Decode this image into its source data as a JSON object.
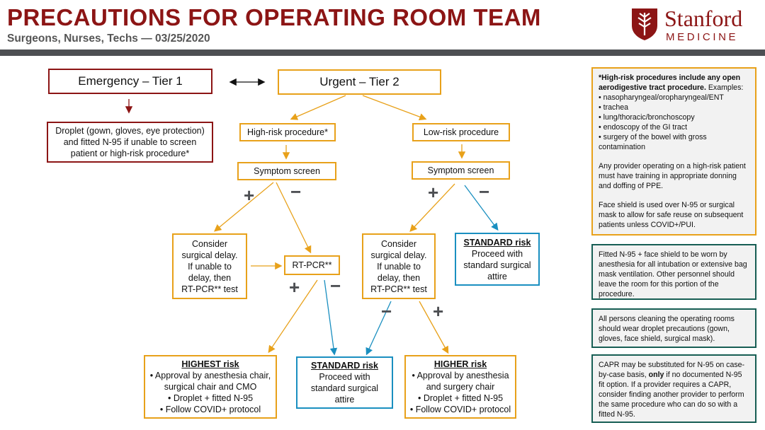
{
  "header": {
    "title": "PRECAUTIONS FOR OPERATING ROOM TEAM",
    "subtitle": "Surgeons, Nurses, Techs — 03/25/2020",
    "logo": {
      "name": "Stanford",
      "sub": "MEDICINE",
      "icon": "stanford-tree-shield-icon"
    }
  },
  "colors": {
    "red": "#8c1515",
    "orange": "#e8a11a",
    "blue": "#1a8fc0",
    "green": "#175e54",
    "gray": "#4d4f53"
  },
  "flow": {
    "emergency": "Emergency – Tier 1",
    "urgent": "Urgent – Tier 2",
    "droplet": "Droplet (gown, gloves, eye protection) and fitted N-95 if unable to screen patient or high-risk procedure*",
    "high_risk_procedure": "High-risk procedure*",
    "low_risk_procedure": "Low-risk procedure",
    "symptom_screen_left": "Symptom screen",
    "symptom_screen_right": "Symptom screen",
    "consider_left": [
      "Consider",
      "surgical delay.",
      "If unable to",
      "delay, then",
      "RT-PCR** test"
    ],
    "consider_right": [
      "Consider",
      "surgical delay.",
      "If unable to",
      "delay, then",
      "RT-PCR** test"
    ],
    "rtpcr": "RT-PCR**",
    "standard_right": {
      "title": "STANDARD risk",
      "lines": [
        "Proceed with",
        "standard surgical",
        "attire"
      ]
    },
    "highest": {
      "title": "HIGHEST risk",
      "lines": [
        "• Approval by anesthesia chair,",
        "surgical chair and CMO",
        "• Droplet + fitted N-95",
        "• Follow COVID+ protocol"
      ]
    },
    "standard_mid": {
      "title": "STANDARD risk",
      "lines": [
        "Proceed with",
        "standard surgical",
        "attire"
      ]
    },
    "higher": {
      "title": "HIGHER risk",
      "lines": [
        "• Approval by anesthesia",
        "and surgery chair",
        "• Droplet + fitted N-95",
        "• Follow COVID+ protocol"
      ]
    },
    "plus": "+",
    "minus": "−"
  },
  "sidebar": {
    "box1": {
      "intro_bold": "*High-risk procedures include any open aerodigestive tract procedure.",
      "intro_rest": " Examples:",
      "items": [
        "nasopharyngeal/oropharyngeal/ENT",
        "trachea",
        "lung/thoracic/bronchoscopy",
        "endoscopy of the GI tract",
        "surgery of the bowel with gross contamination"
      ],
      "para2": "Any provider operating on a high-risk patient must have training in appropriate donning and doffing of PPE.",
      "para3": "Face shield is used over N-95 or surgical mask to allow for safe reuse on subsequent patients unless COVID+/PUI."
    },
    "box2": "Fitted N-95 + face shield to be worn by anesthesia for all intubation or extensive bag mask ventilation. Other personnel should leave the room for this portion of the procedure.",
    "box3": "All persons cleaning the operating rooms should wear droplet precautions (gown, gloves, face shield, surgical mask).",
    "box4": {
      "part1": "CAPR may be substituted for N-95 on case-by-case basis, ",
      "bold": "only",
      "part2": " if no documented N-95 fit option. If a provider requires a CAPR, consider finding another provider to perform the same procedure who can do so with a fitted N-95."
    }
  }
}
